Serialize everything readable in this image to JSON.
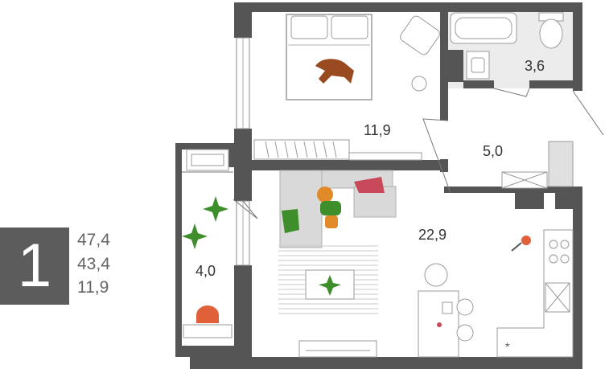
{
  "unit": {
    "rooms_count": "1",
    "areas": [
      "47,4",
      "43,4",
      "11,9"
    ]
  },
  "rooms": {
    "bedroom": "11,9",
    "bathroom": "3,6",
    "hallway": "5,0",
    "living": "22,9",
    "balcony": "4,0"
  },
  "colors": {
    "badge": "#5c5c5c",
    "wall": "#555555",
    "furniture": "#c8c8c8",
    "text": "#333333",
    "accent_plant": "#3e8f2c",
    "accent_pillow": "#c84a5a",
    "accent_person": "#e08a2a",
    "accent_dog": "#9a4a20",
    "accent_chair": "#e0603a"
  }
}
